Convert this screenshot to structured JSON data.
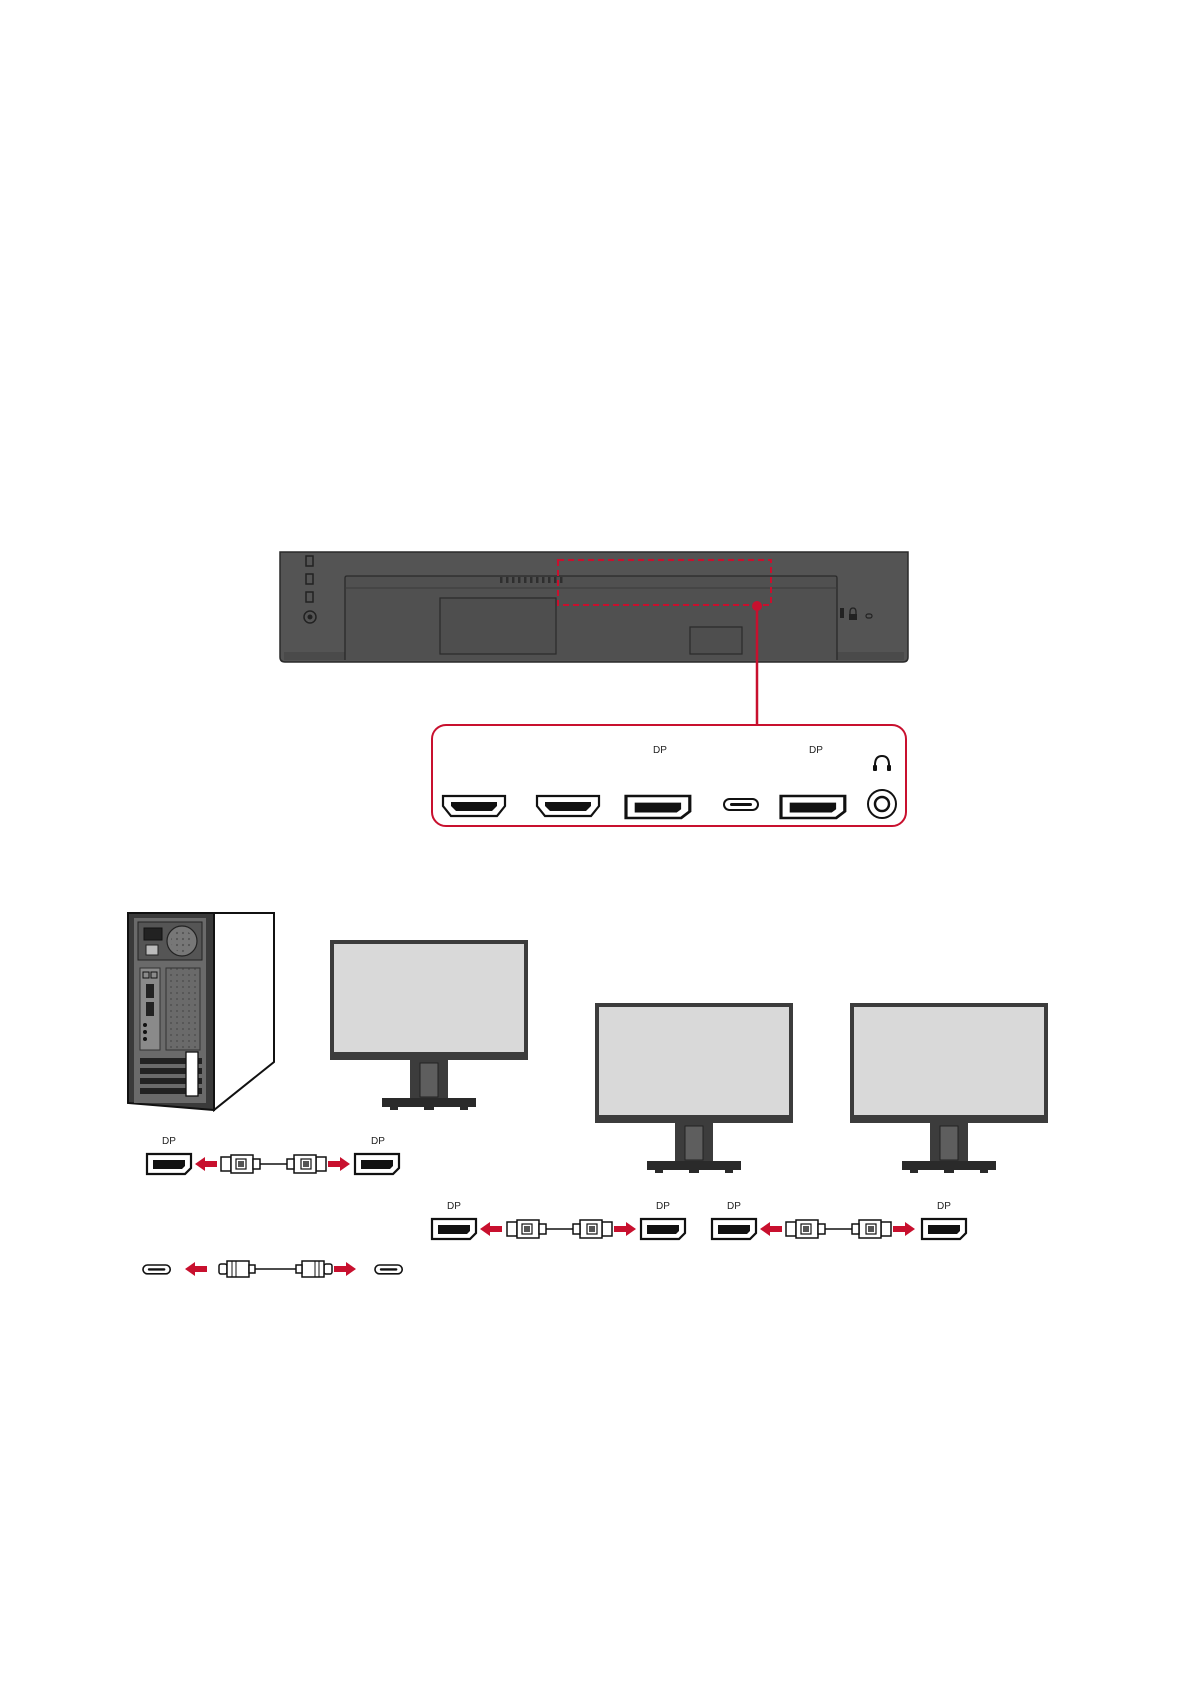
{
  "colors": {
    "accent_red": "#c8102e",
    "monitor_body": "#545454",
    "screen_fill": "#d9d9d9",
    "outline": "#1a1a1a"
  },
  "port_panel": {
    "labels": [
      "DP",
      "DP"
    ],
    "ports": [
      "hdmi-port",
      "hdmi-port",
      "displayport-port",
      "usb-c-port",
      "displayport-port",
      "headphone-jack"
    ],
    "headphone_icon": "headphone-icon"
  },
  "connections": {
    "pc_to_monitor": {
      "left_label": "DP",
      "right_label": "DP",
      "cable": "displayport-cable"
    },
    "usb_c_link": {
      "cable": "usb-c-cable"
    },
    "daisy_chain_1": {
      "left_label": "DP",
      "right_label": "DP",
      "cable": "displayport-cable"
    },
    "daisy_chain_2": {
      "left_label": "DP",
      "right_label": "DP",
      "cable": "displayport-cable"
    }
  }
}
